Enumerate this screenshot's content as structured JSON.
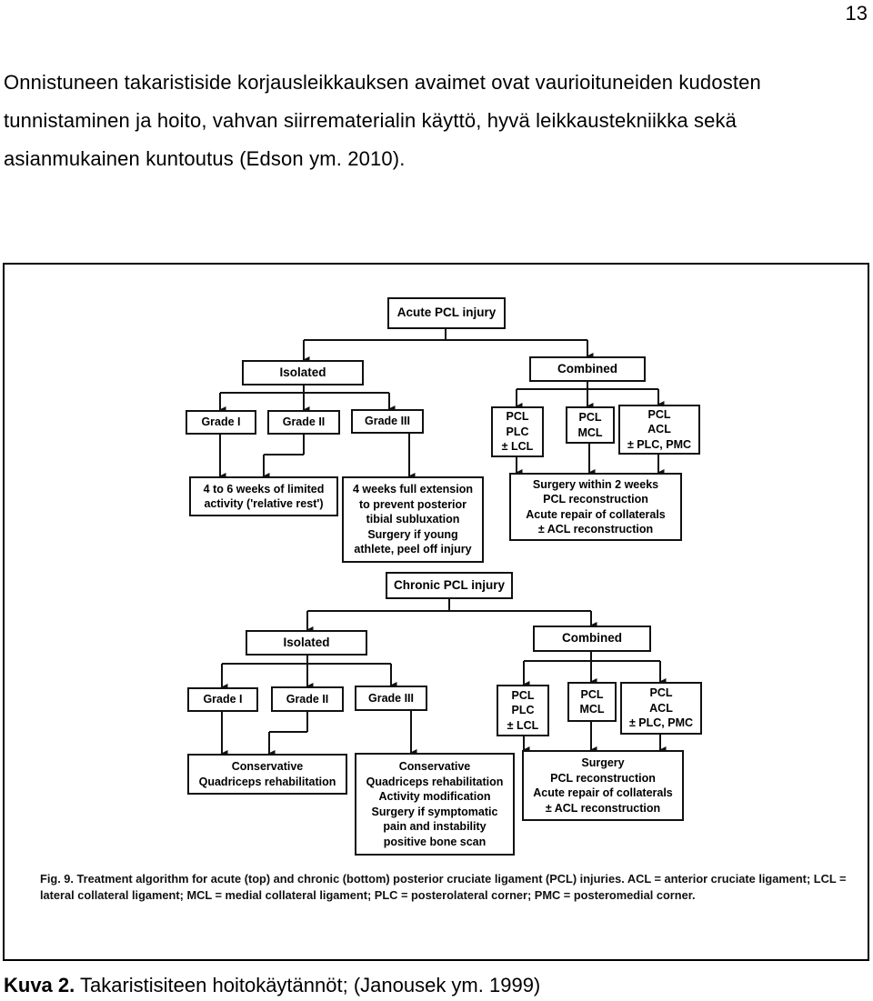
{
  "page_number": "13",
  "intro_lines": [
    "Onnistuneen takaristiside korjausleikkauksen avaimet ovat vaurioituneiden kudosten",
    "tunnistaminen ja hoito, vahvan siirrematerialin käyttö, hyvä leikkaustekniikka sekä",
    "asianmukainen kuntoutus (Edson ym. 2010)."
  ],
  "diagram": {
    "acute": {
      "root": "Acute PCL injury",
      "isolated": "Isolated",
      "combined": "Combined",
      "grade1": "Grade I",
      "grade2": "Grade II",
      "grade3": "Grade III",
      "combo1": [
        "PCL",
        "PLC",
        "± LCL"
      ],
      "combo2": [
        "PCL",
        "MCL"
      ],
      "combo3": [
        "PCL",
        "ACL",
        "± PLC, PMC"
      ],
      "treat1": [
        "4 to 6 weeks of limited",
        "activity ('relative rest')"
      ],
      "treat2": [
        "4 weeks full extension",
        "to prevent posterior",
        "tibial subluxation",
        "Surgery if young",
        "athlete, peel off injury"
      ],
      "treat3": [
        "Surgery within 2 weeks",
        "PCL reconstruction",
        "Acute repair of collaterals",
        "± ACL reconstruction"
      ]
    },
    "chronic": {
      "root": "Chronic PCL injury",
      "isolated": "Isolated",
      "combined": "Combined",
      "grade1": "Grade I",
      "grade2": "Grade II",
      "grade3": "Grade III",
      "combo1": [
        "PCL",
        "PLC",
        "± LCL"
      ],
      "combo2": [
        "PCL",
        "MCL"
      ],
      "combo3": [
        "PCL",
        "ACL",
        "± PLC, PMC"
      ],
      "treat1": [
        "Conservative",
        "Quadriceps rehabilitation"
      ],
      "treat2": [
        "Conservative",
        "Quadriceps rehabilitation",
        "Activity modification",
        "Surgery if symptomatic",
        "pain and instability",
        "positive bone scan"
      ],
      "treat3": [
        "Surgery",
        "PCL reconstruction",
        "Acute repair of collaterals",
        "± ACL reconstruction"
      ]
    }
  },
  "figure_caption": "Fig. 9. Treatment algorithm for acute (top) and chronic (bottom) posterior cruciate ligament (PCL) injuries. ACL = anterior cruciate ligament; LCL = lateral collateral ligament; MCL = medial collateral ligament; PLC = posterolateral corner; PMC = posteromedial corner.",
  "kuva_label": "Kuva 2.",
  "kuva_text": " Takaristisiteen hoitokäytännöt; (Janousek ym. 1999)"
}
